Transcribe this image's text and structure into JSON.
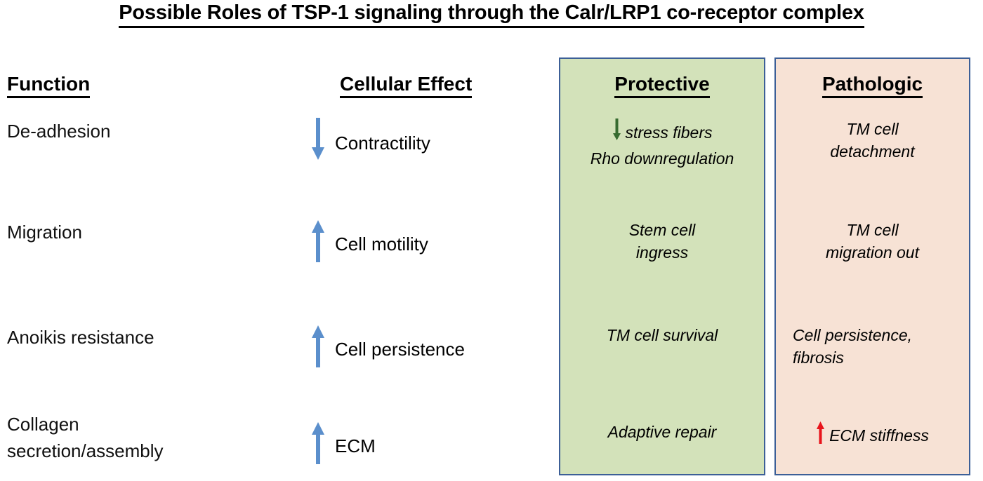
{
  "title": "Possible Roles of TSP-1 signaling through the Calr/LRP1 co-receptor complex",
  "headers": {
    "function": "Function",
    "cellular_effect": "Cellular Effect",
    "protective": "Protective",
    "pathologic": "Pathologic"
  },
  "colors": {
    "protective_fill": "#D3E2BA",
    "pathologic_fill": "#F7E2D5",
    "panel_border": "#3C5F97",
    "blue_arrow": "#5B8FCC",
    "green_arrow": "#376B30",
    "red_arrow": "#E8141B"
  },
  "rows": [
    {
      "function": "De-adhesion",
      "effect": "Contractility",
      "effect_arrow": "down-arrow-blue",
      "protective_lines": [
        "stress fibers",
        "Rho downregulation"
      ],
      "protective_arrow": "down-arrow-green",
      "pathologic_lines": [
        "TM cell",
        "detachment"
      ],
      "pathologic_arrow": "none"
    },
    {
      "function": "Migration",
      "effect": "Cell motility",
      "effect_arrow": "up-arrow-blue",
      "protective_lines": [
        "Stem cell",
        "ingress"
      ],
      "protective_arrow": "none",
      "pathologic_lines": [
        "TM cell",
        "migration out"
      ],
      "pathologic_arrow": "none"
    },
    {
      "function": "Anoikis resistance",
      "effect": "Cell persistence",
      "effect_arrow": "up-arrow-blue",
      "protective_lines": [
        "TM cell survival"
      ],
      "protective_arrow": "none",
      "pathologic_lines": [
        "Cell persistence,",
        "fibrosis"
      ],
      "pathologic_arrow": "none"
    },
    {
      "function_lines": [
        "Collagen",
        "secretion/assembly"
      ],
      "function": "Collagen secretion/assembly",
      "effect": "ECM",
      "effect_arrow": "up-arrow-blue",
      "protective_lines": [
        "Adaptive repair"
      ],
      "protective_arrow": "none",
      "pathologic_lines": [
        "ECM stiffness"
      ],
      "pathologic_arrow": "up-arrow-red"
    }
  ]
}
